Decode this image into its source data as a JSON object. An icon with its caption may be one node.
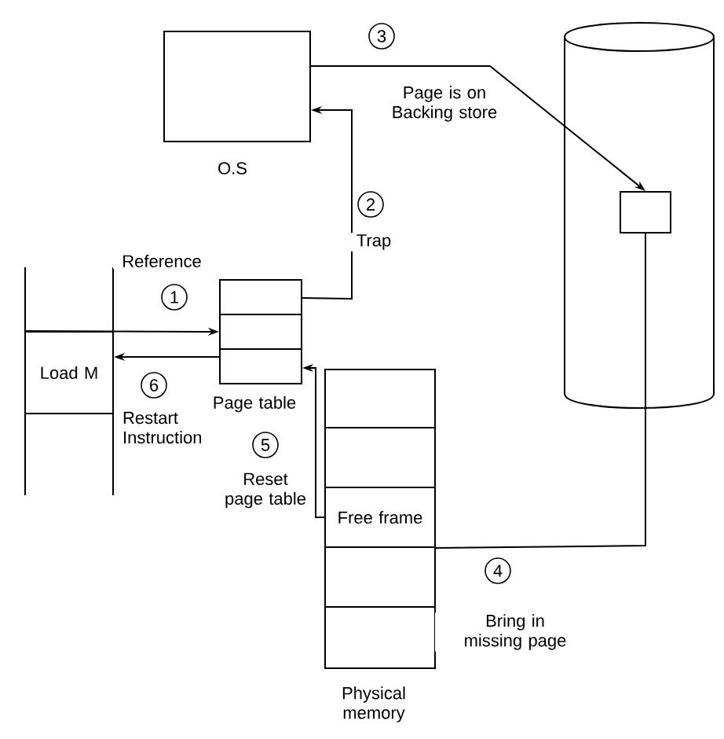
{
  "diagram": {
    "nodes": [
      {
        "text": [
          "O.S"
        ]
      },
      {
        "text": [
          "Page table"
        ]
      },
      {
        "text": [
          "Load M"
        ]
      },
      {
        "text": [
          "Physical memory"
        ]
      },
      {
        "text": [
          "Free frame"
        ],
        "in": 3
      },
      {
        "text": [],
        "shape": "cylinder"
      },
      {
        "text": [],
        "shape": "box",
        "in": 5
      }
    ],
    "edges": [
      {
        "from": 2,
        "to": 1,
        "arrow": "to",
        "label": "Reference"
      },
      {
        "from": 1,
        "to": 0,
        "arrow": "to",
        "label": "Trap"
      },
      {
        "from": 0,
        "to": 6,
        "arrow": "to",
        "label": "Page is on Backing store"
      },
      {
        "from": 6,
        "to": 4,
        "arrow": "none",
        "label": "Bring in missing page"
      },
      {
        "from": 4,
        "to": 1,
        "arrow": "to",
        "label": "Reset page table"
      },
      {
        "from": 1,
        "to": 2,
        "arrow": "to",
        "label": "Restart Instruction"
      }
    ],
    "labels": [
      "1",
      "2",
      "3",
      "4",
      "5",
      "6"
    ]
  }
}
